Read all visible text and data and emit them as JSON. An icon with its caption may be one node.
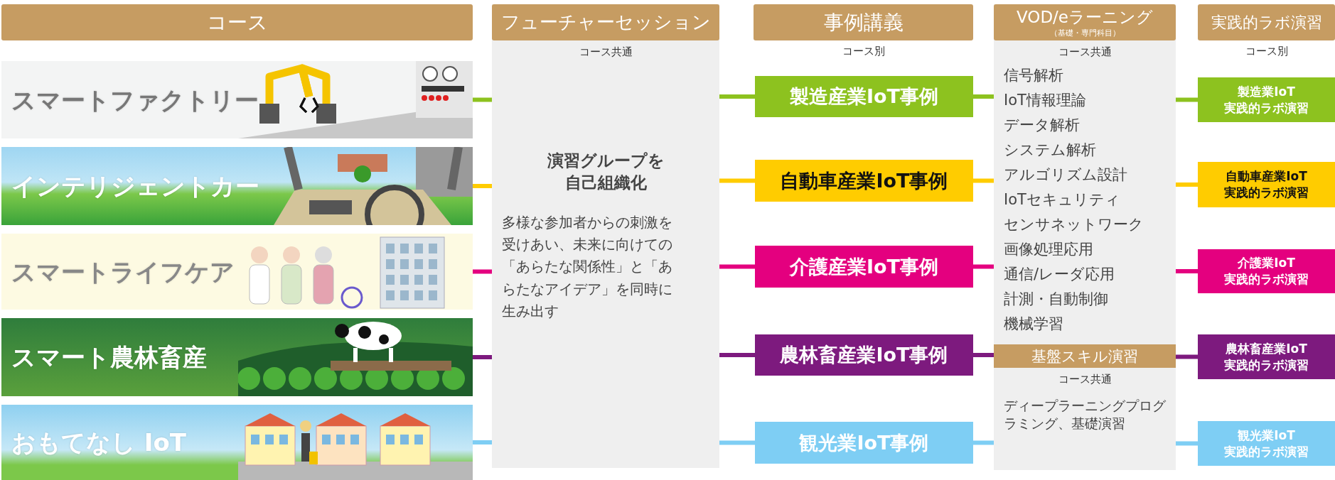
{
  "diagram": {
    "nodes": [
      {
        "text": [
          "コース"
        ]
      },
      {
        "text": [
          "スマートファクトリー"
        ]
      },
      {
        "text": [
          "インテリジェントカー"
        ]
      },
      {
        "text": [
          "スマートライフケア"
        ]
      },
      {
        "text": [
          "スマート農林畜産"
        ]
      },
      {
        "text": [
          "おもてなし IoT"
        ]
      },
      {
        "text": [
          "フューチャーセッション",
          "コース共通",
          "演習グループを自己組織化",
          "多様な参加者からの刺激を受けあい、未来に向けての「あらたな関係性」と「あらたなアイデア」を同時に生み出す"
        ]
      },
      {
        "text": [
          "事例講義"
        ],
        "beside": [
          "コース別"
        ]
      },
      {
        "text": [
          "製造産業IoT事例"
        ]
      },
      {
        "text": [
          "自動車産業IoT事例"
        ]
      },
      {
        "text": [
          "介護産業IoT事例"
        ]
      },
      {
        "text": [
          "農林畜産業IoT事例"
        ]
      },
      {
        "text": [
          "観光業IoT事例"
        ]
      },
      {
        "text": [
          "VOD/eラーニング",
          "（基礎・専門科目）",
          "コース共通",
          "信号解析",
          "IoT情報理論",
          "データ解析",
          "システム解析",
          "アルゴリズム設計",
          "IoTセキュリティ",
          "センサネットワーク",
          "画像処理応用",
          "通信/レーダ応用",
          "計測・自動制御",
          "機械学習"
        ]
      },
      {
        "text": [
          "基盤スキル演習",
          "コース共通",
          "ディープラーニングプログラミング、基礎演習"
        ]
      },
      {
        "text": [
          "実践的ラボ演習"
        ],
        "beside": [
          "コース別"
        ]
      },
      {
        "text": [
          "製造業IoT実践的ラボ演習"
        ]
      },
      {
        "text": [
          "自動車産業IoT実践的ラボ演習"
        ]
      },
      {
        "text": [
          "介護業IoT実践的ラボ演習"
        ]
      },
      {
        "text": [
          "農林畜産業IoT実践的ラボ演習"
        ]
      },
      {
        "text": [
          "観光業IoT実践的ラボ演習"
        ]
      }
    ],
    "edges": [
      {
        "from": 1,
        "to": 6,
        "arrow": "none",
        "color": "#8dc21f"
      },
      {
        "from": 6,
        "to": 8,
        "arrow": "none",
        "color": "#8dc21f"
      },
      {
        "from": 8,
        "to": 13,
        "arrow": "none",
        "color": "#8dc21f"
      },
      {
        "from": 13,
        "to": 16,
        "arrow": "none",
        "color": "#8dc21f"
      },
      {
        "from": 2,
        "to": 6,
        "arrow": "none",
        "color": "#ffcc00"
      },
      {
        "from": 6,
        "to": 9,
        "arrow": "none",
        "color": "#ffcc00"
      },
      {
        "from": 9,
        "to": 13,
        "arrow": "none",
        "color": "#ffcc00"
      },
      {
        "from": 13,
        "to": 17,
        "arrow": "none",
        "color": "#ffcc00"
      },
      {
        "from": 3,
        "to": 6,
        "arrow": "none",
        "color": "#e4007f"
      },
      {
        "from": 6,
        "to": 10,
        "arrow": "none",
        "color": "#e4007f"
      },
      {
        "from": 10,
        "to": 13,
        "arrow": "none",
        "color": "#e4007f"
      },
      {
        "from": 13,
        "to": 18,
        "arrow": "none",
        "color": "#e4007f"
      },
      {
        "from": 4,
        "to": 6,
        "arrow": "none",
        "color": "#7d1a7e"
      },
      {
        "from": 6,
        "to": 11,
        "arrow": "none",
        "color": "#7d1a7e"
      },
      {
        "from": 11,
        "to": 14,
        "arrow": "none",
        "color": "#7d1a7e"
      },
      {
        "from": 14,
        "to": 19,
        "arrow": "none",
        "color": "#7d1a7e"
      },
      {
        "from": 5,
        "to": 6,
        "arrow": "none",
        "color": "#7ecef4"
      },
      {
        "from": 6,
        "to": 12,
        "arrow": "none",
        "color": "#7ecef4"
      },
      {
        "from": 12,
        "to": 14,
        "arrow": "none",
        "color": "#7ecef4"
      },
      {
        "from": 14,
        "to": 20,
        "arrow": "none",
        "color": "#7ecef4"
      }
    ]
  }
}
